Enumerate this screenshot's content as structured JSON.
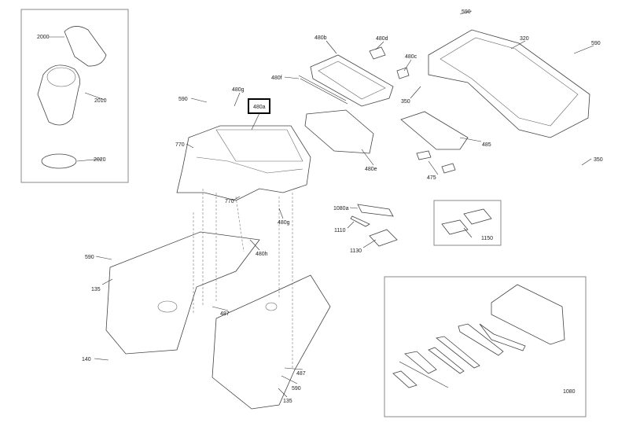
{
  "diagram": {
    "callouts": [
      "2000",
      "2010",
      "2020",
      "590",
      "480g",
      "480a",
      "770",
      "480b",
      "480d",
      "480c",
      "480f",
      "350",
      "590",
      "320",
      "590",
      "485",
      "475",
      "480e",
      "350",
      "1080a",
      "1110",
      "1130",
      "1150",
      "770",
      "480g",
      "480h",
      "590",
      "135",
      "487",
      "140",
      "487",
      "590",
      "135",
      "1080"
    ],
    "highlighted_callout": "480a"
  }
}
